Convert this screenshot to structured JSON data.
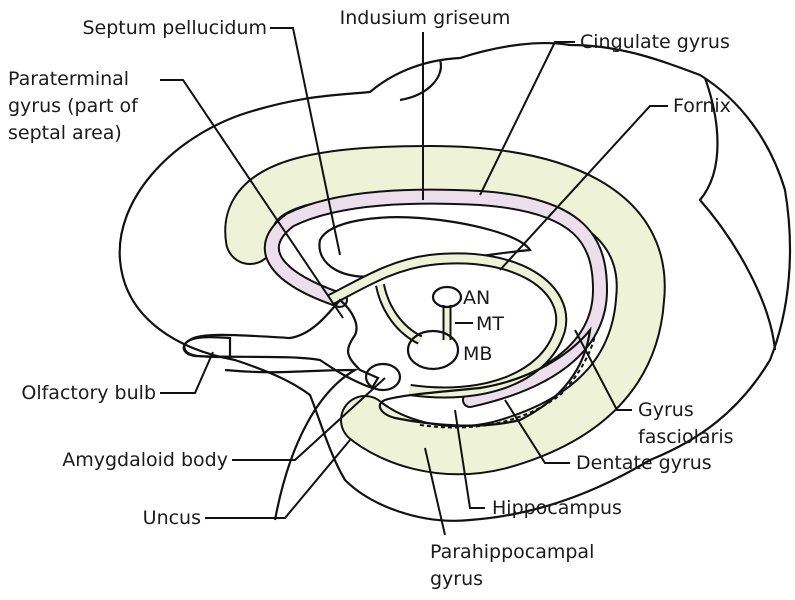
{
  "colors": {
    "gyrus_fill": "#eef2d6",
    "fornix_fill": "#ecdfec",
    "bulb_fill": "#d9c3dc",
    "grey_fill": "#e6e7e3",
    "line": "#111111"
  },
  "labels": {
    "septum_pellucidum": "Septum pellucidum",
    "indusium_griseum": "Indusium griseum",
    "cingulate_gyrus": "Cingulate gyrus",
    "paraterminal_gyrus": [
      "Paraterminal",
      "gyrus (part of",
      "septal area)"
    ],
    "fornix": "Fornix",
    "an": "AN",
    "mt": "MT",
    "mb": "MB",
    "olfactory_bulb": "Olfactory bulb",
    "amygdaloid_body": "Amygdaloid body",
    "uncus": "Uncus",
    "gyrus_fasciolaris": [
      "Gyrus",
      "fasciolaris"
    ],
    "dentate_gyrus": "Dentate gyrus",
    "hippocampus": "Hippocampus",
    "parahippocampal_gyrus": [
      "Parahippocampal",
      "gyrus"
    ]
  }
}
